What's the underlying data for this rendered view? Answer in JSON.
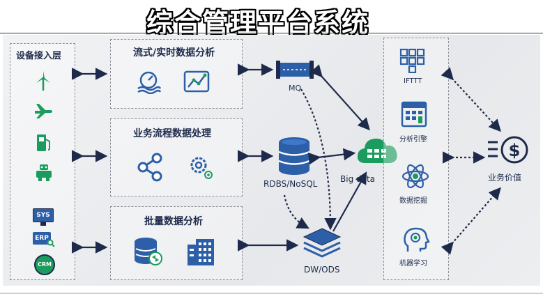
{
  "title": "综合管理平台系统",
  "access_layer": {
    "title": "设备接入层",
    "devices": [
      "wind-turbine-icon",
      "airplane-icon",
      "fuel-pump-icon",
      "robot-icon"
    ],
    "systems": [
      "SYS",
      "ERP",
      "CRM"
    ]
  },
  "analysis": {
    "stream": {
      "title": "流式/实时数据分析"
    },
    "business": {
      "title": "业务流程数据处理"
    },
    "batch": {
      "title": "批量数据分析"
    }
  },
  "storage": {
    "mq": "MQ",
    "rdbs": "RDBS/NoSQL",
    "dw": "DW/ODS",
    "bigdata": "Big data"
  },
  "apps": {
    "ifttt": "IFTTT",
    "search": "分析引擎",
    "mining": "数据挖掘",
    "ml": "机器学习"
  },
  "value": "业务价值",
  "colors": {
    "accent_green": "#1b9c5e",
    "navy": "#1d2a4a",
    "blue": "#2c5fa8"
  }
}
